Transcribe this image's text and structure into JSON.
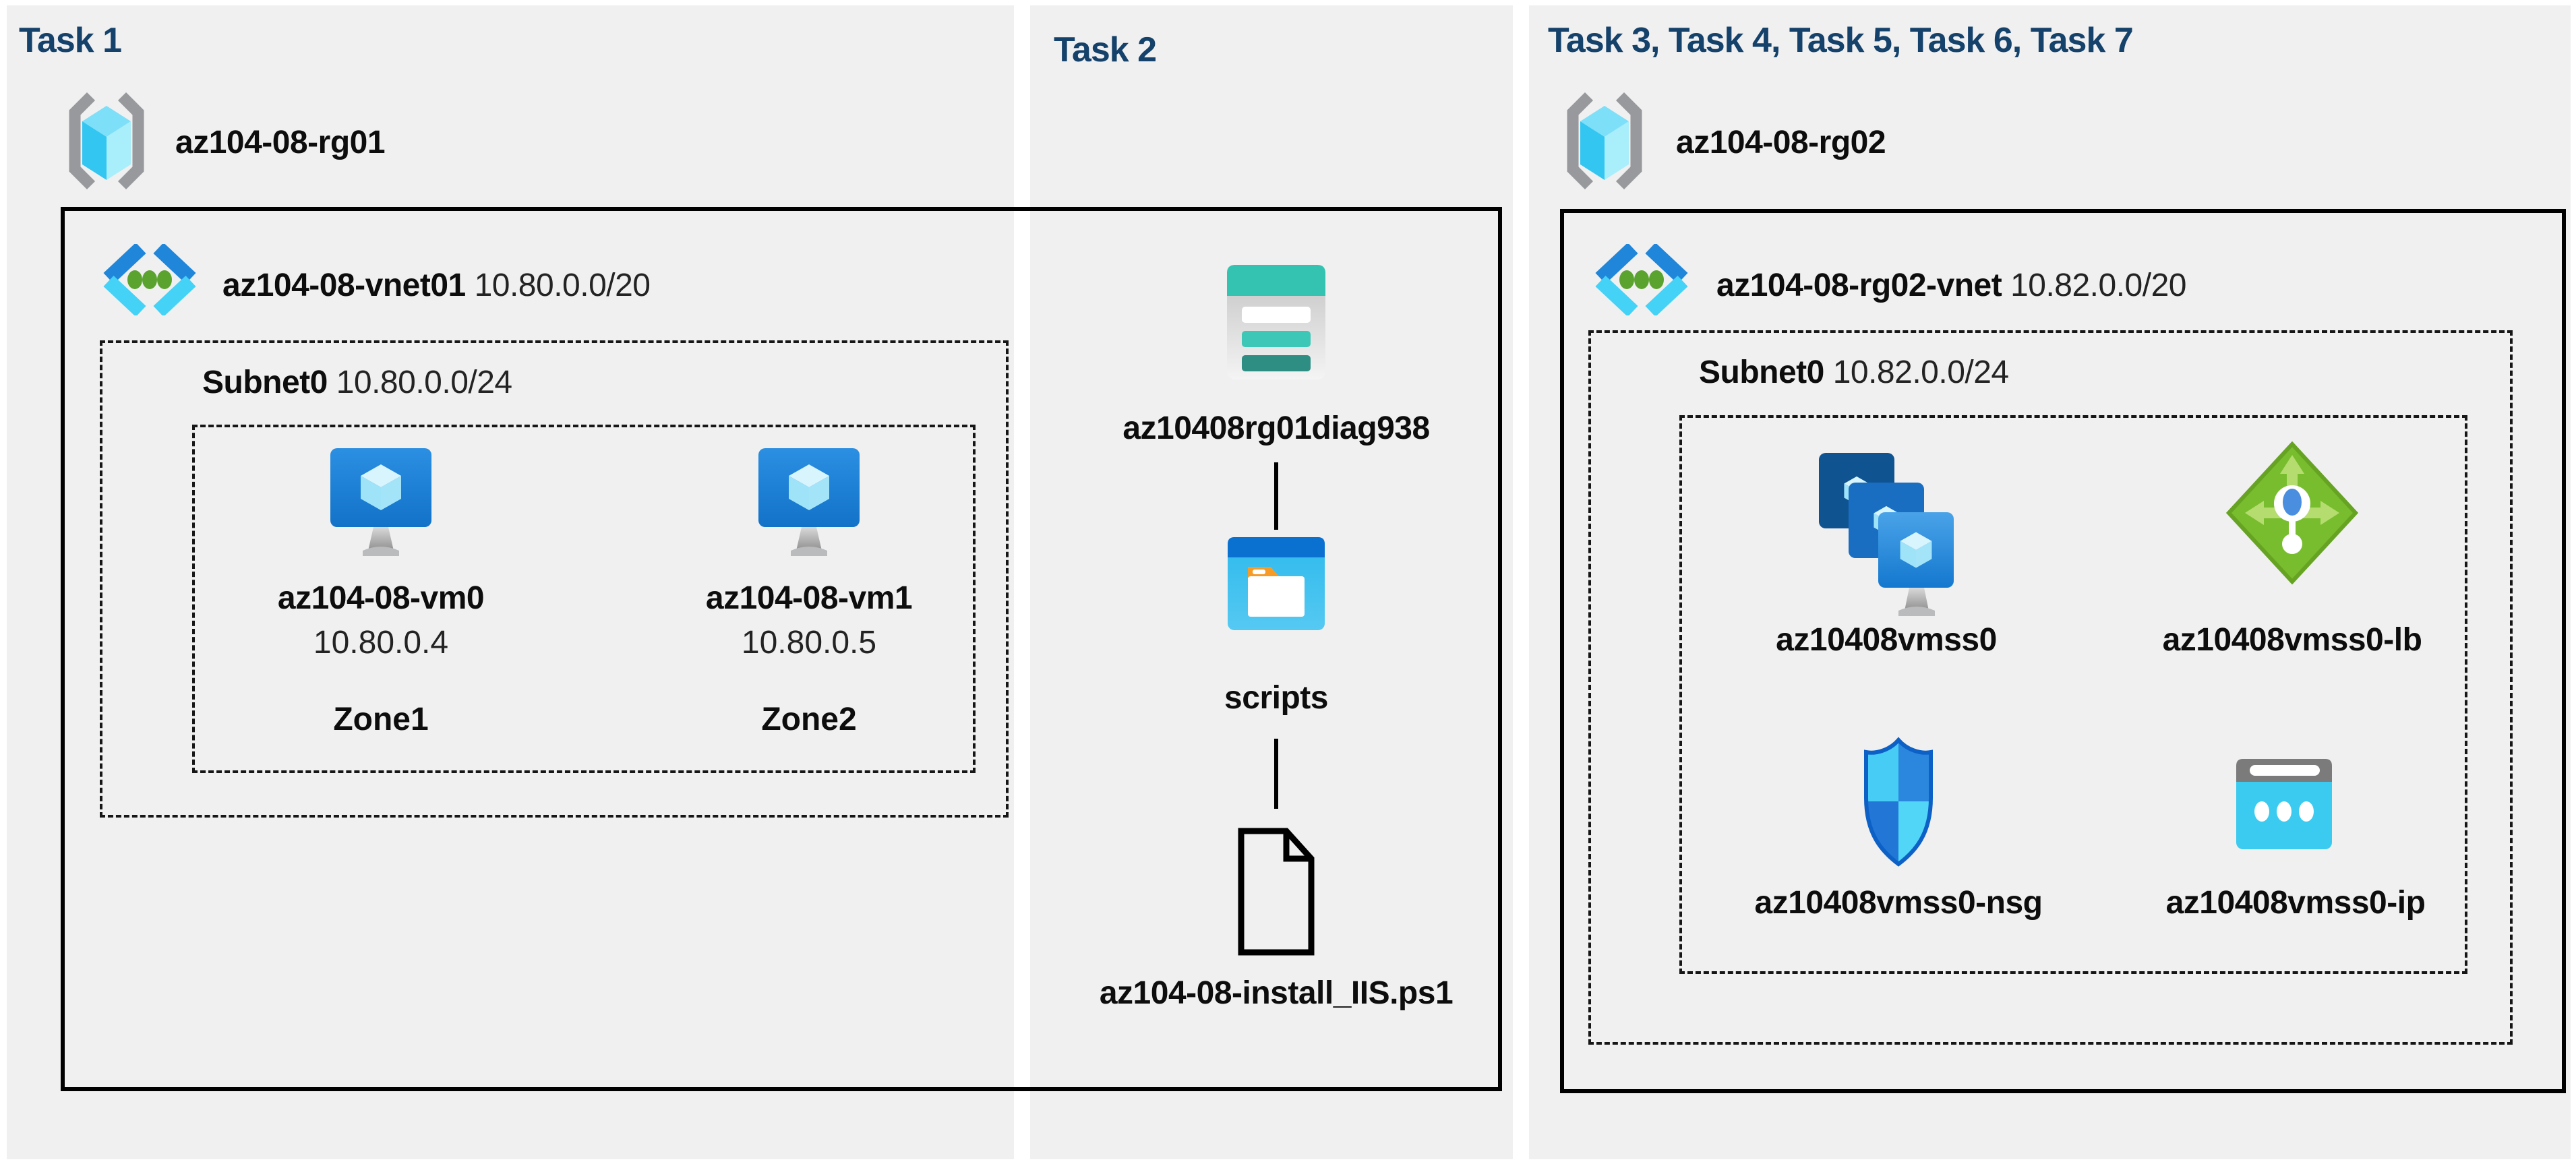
{
  "diagram": {
    "task1": {
      "title": "Task 1",
      "resource_group": "az104-08-rg01",
      "vnet_name": "az104-08-vnet01",
      "vnet_cidr": "10.80.0.0/20",
      "subnet_name": "Subnet0",
      "subnet_cidr": "10.80.0.0/24",
      "vm0": {
        "name": "az104-08-vm0",
        "ip": "10.80.0.4",
        "zone": "Zone1"
      },
      "vm1": {
        "name": "az104-08-vm1",
        "ip": "10.80.0.5",
        "zone": "Zone2"
      }
    },
    "task2": {
      "title": "Task 2",
      "storage_account": "az10408rg01diag938",
      "folder": "scripts",
      "script_file": "az104-08-install_IIS.ps1"
    },
    "task3": {
      "title": "Task 3, Task 4, Task 5, Task 6, Task 7",
      "resource_group": "az104-08-rg02",
      "vnet_name": "az104-08-rg02-vnet",
      "vnet_cidr": "10.82.0.0/20",
      "subnet_name": "Subnet0",
      "subnet_cidr": "10.82.0.0/24",
      "vmss": "az10408vmss0",
      "load_balancer": "az10408vmss0-lb",
      "nsg": "az10408vmss0-nsg",
      "public_ip": "az10408vmss0-ip"
    },
    "colors": {
      "panel_bg": "#f0f0f1",
      "title_blue": "#15426a",
      "border_black": "#000000",
      "vnet_blue": "#1f86da",
      "vnet_cyan": "#44d2f7",
      "vnet_green": "#5ba32f",
      "storage_teal": "#35c3b1",
      "folder_orange": "#f79b27",
      "lb_green": "#78bd2e",
      "shield_dark_blue": "#2b87dd",
      "shield_light_cyan": "#46ccf5",
      "ip_cyan": "#3bcbf0"
    }
  }
}
